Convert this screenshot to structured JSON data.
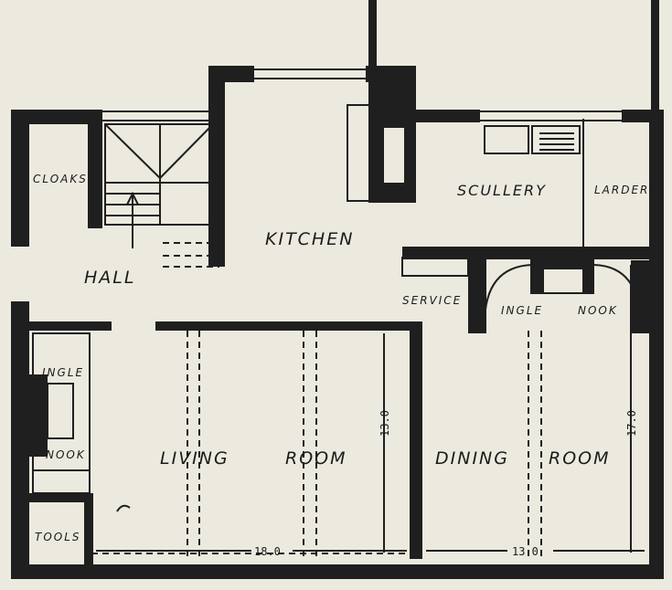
{
  "rooms": {
    "cloaks": "CLOAKS",
    "hall": "HALL",
    "kitchen": "KITCHEN",
    "scullery": "SCULLERY",
    "larder": "LARDER",
    "service": "SERVICE",
    "ingle_nook_dining_1": "INGLE",
    "ingle_nook_dining_2": "NOOK",
    "ingle_living_1": "INGLE",
    "ingle_living_2": "NOOK",
    "living_1": "LIVING",
    "living_2": "ROOM",
    "dining_1": "DINING",
    "dining_2": "ROOM",
    "tools": "TOOLS"
  },
  "dimensions": {
    "living_width": "18.0",
    "living_depth": "13.0",
    "dining_width": "13.0",
    "dining_depth": "17.0"
  }
}
